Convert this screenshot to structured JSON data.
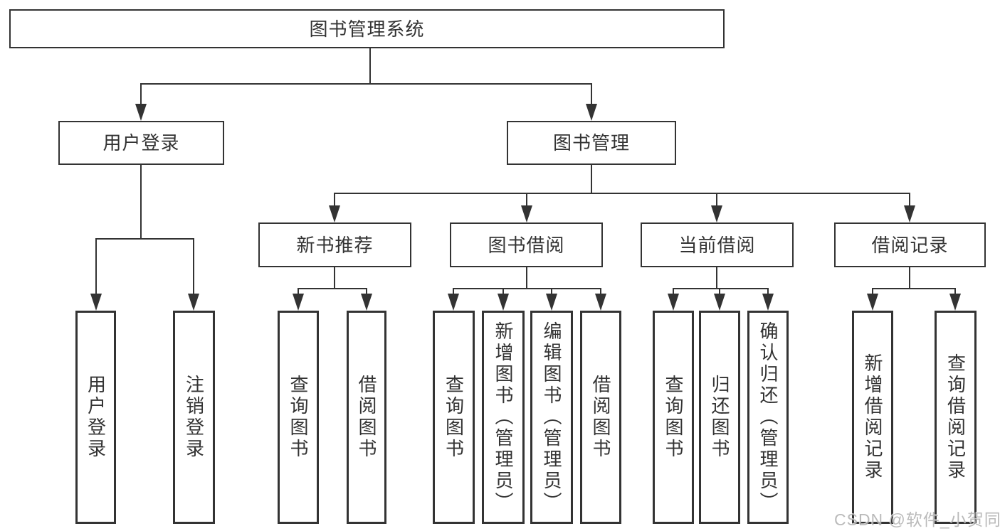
{
  "diagram": {
    "title": "图书管理系统",
    "watermark": "CSDN @软件_小贺同学",
    "colors": {
      "line": "#333333",
      "box_border": "#333333",
      "box_fill": "#ffffff",
      "text": "#333333",
      "watermark": "#aeaeae",
      "background": "#ffffff"
    },
    "nodes": [
      {
        "id": "root",
        "label": "图书管理系统",
        "parent": null,
        "orient": "horizontal"
      },
      {
        "id": "user-login",
        "label": "用户登录",
        "parent": "root",
        "orient": "horizontal"
      },
      {
        "id": "book-mgmt",
        "label": "图书管理",
        "parent": "root",
        "orient": "horizontal"
      },
      {
        "id": "new-book-rec",
        "label": "新书推荐",
        "parent": "book-mgmt",
        "orient": "horizontal"
      },
      {
        "id": "book-borrow",
        "label": "图书借阅",
        "parent": "book-mgmt",
        "orient": "horizontal"
      },
      {
        "id": "current-borrow",
        "label": "当前借阅",
        "parent": "book-mgmt",
        "orient": "horizontal"
      },
      {
        "id": "borrow-records",
        "label": "借阅记录",
        "parent": "book-mgmt",
        "orient": "horizontal"
      },
      {
        "id": "leaf-user-login",
        "label": "用户登录",
        "parent": "user-login",
        "orient": "vertical"
      },
      {
        "id": "leaf-logout",
        "label": "注销登录",
        "parent": "user-login",
        "orient": "vertical"
      },
      {
        "id": "leaf-nbr-query-book",
        "label": "查询图书",
        "parent": "new-book-rec",
        "orient": "vertical"
      },
      {
        "id": "leaf-nbr-borrow-book",
        "label": "借阅图书",
        "parent": "new-book-rec",
        "orient": "vertical"
      },
      {
        "id": "leaf-bb-query-book",
        "label": "查询图书",
        "parent": "book-borrow",
        "orient": "vertical"
      },
      {
        "id": "leaf-bb-add-book",
        "label": "新增图书（管理员）",
        "parent": "book-borrow",
        "orient": "vertical"
      },
      {
        "id": "leaf-bb-edit-book",
        "label": "编辑图书（管理员）",
        "parent": "book-borrow",
        "orient": "vertical"
      },
      {
        "id": "leaf-bb-borrow-book",
        "label": "借阅图书",
        "parent": "book-borrow",
        "orient": "vertical"
      },
      {
        "id": "leaf-cb-query-book",
        "label": "查询图书",
        "parent": "current-borrow",
        "orient": "vertical"
      },
      {
        "id": "leaf-cb-return-book",
        "label": "归还图书",
        "parent": "current-borrow",
        "orient": "vertical"
      },
      {
        "id": "leaf-cb-confirm-return",
        "label": "确认归还（管理员）",
        "parent": "current-borrow",
        "orient": "vertical"
      },
      {
        "id": "leaf-br-add-record",
        "label": "新增借阅记录",
        "parent": "borrow-records",
        "orient": "vertical"
      },
      {
        "id": "leaf-br-query-record",
        "label": "查询借阅记录",
        "parent": "borrow-records",
        "orient": "vertical"
      }
    ]
  }
}
